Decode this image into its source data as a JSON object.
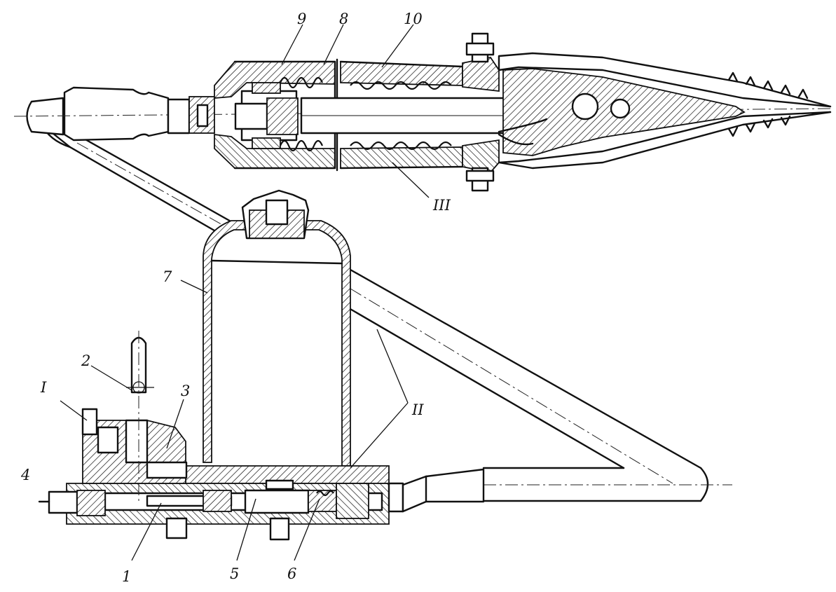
{
  "labels": {
    "l1": "1",
    "l2": "2",
    "l3": "3",
    "l4": "4",
    "l5": "5",
    "l6": "6",
    "l7": "7",
    "l8": "8",
    "l9": "9",
    "l10": "10",
    "lI": "I",
    "lII": "II",
    "lIII": "III"
  }
}
